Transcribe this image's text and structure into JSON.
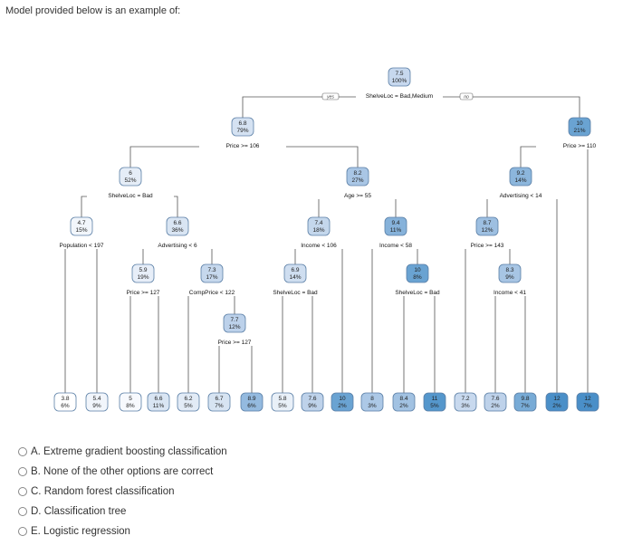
{
  "question": "Model provided below is an example of:",
  "tree": {
    "yes_label": "yes",
    "no_label": "no",
    "nodes": [
      {
        "id": "root",
        "value": "7.5",
        "pct": "100%",
        "split": "ShelveLoc = Bad,Medium",
        "fill": "#c7d8ee"
      },
      {
        "id": "L",
        "value": "6.8",
        "pct": "79%",
        "split": "Price >= 106",
        "fill": "#d5e2f2"
      },
      {
        "id": "R",
        "value": "10",
        "pct": "21%",
        "split": "Price >= 110",
        "fill": "#6aa3d2"
      },
      {
        "id": "LL",
        "value": "6",
        "pct": "52%",
        "split": "ShelveLoc = Bad",
        "fill": "#e5edf7"
      },
      {
        "id": "LR",
        "value": "8.2",
        "pct": "27%",
        "split": "Age >= 55",
        "fill": "#a9c6e5"
      },
      {
        "id": "RL",
        "value": "9.2",
        "pct": "14%",
        "split": "Advertising < 14",
        "fill": "#8cb6dc"
      },
      {
        "id": "LLL",
        "value": "4.7",
        "pct": "15%",
        "split": "Population < 197",
        "fill": "#f2f6fb"
      },
      {
        "id": "LLR",
        "value": "6.6",
        "pct": "36%",
        "split": "Advertising < 6",
        "fill": "#d9e5f3"
      },
      {
        "id": "LRL",
        "value": "7.4",
        "pct": "18%",
        "split": "Income < 106",
        "fill": "#c4d7ec"
      },
      {
        "id": "LRR",
        "value": "9.4",
        "pct": "11%",
        "split": "Income < 58",
        "fill": "#86b2da"
      },
      {
        "id": "RLL",
        "value": "8.7",
        "pct": "12%",
        "split": "Price >= 143",
        "fill": "#9dbfe1"
      },
      {
        "id": "LLRL",
        "value": "5.9",
        "pct": "19%",
        "split": "Price >= 127",
        "fill": "#e7eef8"
      },
      {
        "id": "LLRR",
        "value": "7.3",
        "pct": "17%",
        "split": "CompPrice < 122",
        "fill": "#c6d8ed"
      },
      {
        "id": "LRLL",
        "value": "6.9",
        "pct": "14%",
        "split": "ShelveLoc = Bad",
        "fill": "#cfdef0"
      },
      {
        "id": "LRRR",
        "value": "10",
        "pct": "8%",
        "split": "ShelveLoc = Bad",
        "fill": "#6aa3d2"
      },
      {
        "id": "RLLR",
        "value": "8.3",
        "pct": "9%",
        "split": "Income < 41",
        "fill": "#a7c5e4"
      },
      {
        "id": "LLRRR",
        "value": "7.7",
        "pct": "12%",
        "split": "Price >= 127",
        "fill": "#bcd1ea"
      }
    ],
    "leaves": [
      {
        "value": "3.8",
        "pct": "6%",
        "fill": "#ffffff"
      },
      {
        "value": "5.4",
        "pct": "9%",
        "fill": "#f1f5fb"
      },
      {
        "value": "5",
        "pct": "8%",
        "fill": "#f7f9fd"
      },
      {
        "value": "6.6",
        "pct": "11%",
        "fill": "#d9e5f3"
      },
      {
        "value": "6.2",
        "pct": "5%",
        "fill": "#e2ebf6"
      },
      {
        "value": "6.7",
        "pct": "7%",
        "fill": "#d7e4f2"
      },
      {
        "value": "8.9",
        "pct": "6%",
        "fill": "#94badf"
      },
      {
        "value": "5.8",
        "pct": "5%",
        "fill": "#e9f0f8"
      },
      {
        "value": "7.6",
        "pct": "9%",
        "fill": "#bed2ea"
      },
      {
        "value": "10",
        "pct": "2%",
        "fill": "#6aa3d2"
      },
      {
        "value": "8",
        "pct": "3%",
        "fill": "#acc8e6"
      },
      {
        "value": "8.4",
        "pct": "2%",
        "fill": "#a2c2e2"
      },
      {
        "value": "11",
        "pct": "5%",
        "fill": "#5597cc"
      },
      {
        "value": "7.2",
        "pct": "3%",
        "fill": "#c8d9ee"
      },
      {
        "value": "7.6",
        "pct": "2%",
        "fill": "#bed2ea"
      },
      {
        "value": "9.8",
        "pct": "7%",
        "fill": "#78abd6"
      },
      {
        "value": "12",
        "pct": "2%",
        "fill": "#4a8fc8"
      },
      {
        "value": "12",
        "pct": "7%",
        "fill": "#4a8fc8"
      }
    ]
  },
  "options": [
    {
      "label": "A. Extreme gradient boosting classification"
    },
    {
      "label": "B. None of the other options are correct"
    },
    {
      "label": "C. Random forest classification"
    },
    {
      "label": "D. Classification tree"
    },
    {
      "label": "E. Logistic regression"
    }
  ]
}
